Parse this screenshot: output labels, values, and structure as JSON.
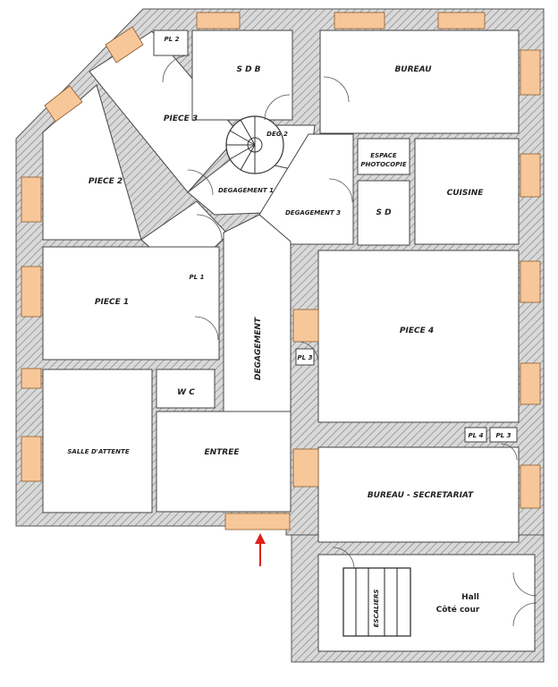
{
  "rooms": {
    "pl2": "PL 2",
    "sdb": "S D B",
    "bureau": "BUREAU",
    "piece3": "PIECE 3",
    "deg2": "DEG 2",
    "piece2": "PIECE 2",
    "espace_photocopie_1": "ESPACE",
    "espace_photocopie_2": "PHOTOCOPIE",
    "degagement1": "DEGAGEMENT 1",
    "cuisine": "CUISINE",
    "degagement3": "DEGAGEMENT 3",
    "sd": "S D",
    "pl1": "PL 1",
    "piece1": "PIECE 1",
    "degagement": "DEGAGEMENT",
    "piece4": "PIECE 4",
    "pl3": "PL 3",
    "wc": "W C",
    "pl4": "PL 4",
    "pl3b": "PL 3",
    "salle_attente": "SALLE D'ATTENTE",
    "entree": "ENTREE",
    "bureau_secretariat": "BUREAU - SECRETARIAT",
    "escaliers": "ESCALIERS",
    "hall_1": "Hall",
    "hall_2": "Côté cour"
  },
  "colors": {
    "wall_hatch": "#9a9a9a",
    "window": "#f7c79a",
    "entrance_arrow": "#e0201a"
  }
}
